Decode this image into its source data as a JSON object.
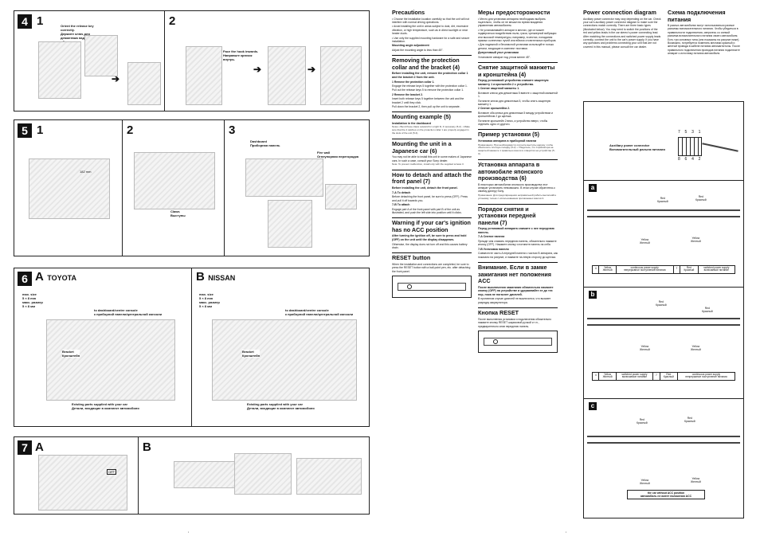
{
  "panel4": {
    "step": "4",
    "d1": "1",
    "d2": "2",
    "note1": "Orient the release key correctly.",
    "note1_ru": "Держите ключ для демонтажа надлежащим образом.",
    "note2": "Face the hook inwards.",
    "note2_ru": "Направьте крючок внутрь."
  },
  "panel5": {
    "step": "5",
    "d1": "1",
    "d2": "2",
    "d3": "3",
    "dim": "182 mm",
    "claws": "Claws",
    "claws_ru": "Выступы",
    "dashboard": "Dashboard",
    "dashboard_ru": "Приборная панель",
    "firewall": "Fire wall",
    "firewall_ru": "Огнеупорная перегородка"
  },
  "panel6": {
    "step": "6",
    "a_letter": "A",
    "a_brand": "TOYOTA",
    "b_letter": "B",
    "b_brand": "NISSAN",
    "maxsize": "max. size\n5 × 8 mm\nмакс. размер\n5 × 8 мм",
    "to_dash": "to dashboard/centre console\nк приборной панели/центральной консоли",
    "bracket": "Bracket\nКронштейн",
    "existing": "Existing parts supplied with your car\nДетали, входящие в комплект автомобиля"
  },
  "panel7": {
    "step": "7",
    "a_letter": "A",
    "b_letter": "B",
    "off_label": "OFF"
  },
  "col_en": {
    "precautions_title": "Precautions",
    "precautions_text": [
      "• Choose the installation location carefully so that the unit will not interfere with normal driving operations.",
      "• Avoid installing the unit in areas subject to dust, dirt, excessive vibration, or high temperature, such as in direct sunlight or near heater ducts.",
      "• Use only the supplied mounting hardware for a safe and secure installation."
    ],
    "angle_title": "Mounting angle adjustment",
    "angle_text": "Adjust the mounting angle to less than 45°.",
    "removing_title": "Removing the protection collar and the bracket (4)",
    "removing_intro": "Before installing the unit, remove the protection collar 1 and the bracket 2 from the unit.",
    "removing_steps": [
      "1 Remove the protection collar 1.",
      "Engage the release keys 5 together with the protection collar 1.",
      "Pull out the release keys 5 to remove the protection collar 1.",
      "2 Remove the bracket 2.",
      "Insert both release keys 5 together between the unit and the bracket 2 until they click.",
      "Pull down the bracket 2, then pull up the unit to separate."
    ],
    "example_title": "Mounting example (5)",
    "example_sub": "Installation in the dashboard",
    "example_notes": "Notes • Bend these claws outward for a tight fit, if necessary (5-2). • Make sure that the 4 catches on the protection collar 1 are properly engaged in the slots of the unit (5-3).",
    "japan_title": "Mounting the unit in a Japanese car (6)",
    "japan_text": "You may not be able to install this unit in some makes of Japanese cars. In such a case, consult your Sony dealer.",
    "japan_note": "Note: To prevent malfunction, install only with the supplied screws 3.",
    "detach_title": "How to detach and attach the front panel (7)",
    "detach_intro": "Before installing the unit, detach the front panel.",
    "detach_a": "7-A To detach",
    "detach_a_text": "Before detaching the front panel, be sure to press (OFF). Press and pull it off towards you.",
    "detach_b": "7-B To attach",
    "detach_b_text": "Engage part A of the front panel with part B of the unit as illustrated, and push the left side into position until it clicks.",
    "warning_title": "Warning if your car's ignition has no ACC position",
    "warning_bold": "After turning the ignition off, be sure to press and hold (OFF) on the unit until the display disappears.",
    "warning_text": "Otherwise, the display does not turn off and this causes battery drain.",
    "reset_title": "RESET button",
    "reset_text": "When the installation and connections are completed, be sure to press the RESET button with a ball-point pen, etc. after detaching the front panel."
  },
  "col_ru": {
    "precautions_title": "Меры предосторожности",
    "precautions_text": [
      "• Место для установки аппарата необходимо выбрать тщательно, чтобы он не мешал во время вождения управлению автомобилем.",
      "• Не устанавливайте аппарат в местах, где он может подвергаться воздействию пыли, грязи, чрезмерной вибрации или высокой температуры, например, в местах, попадания прямых солнечных лучей или вблизи отопительных приборов.",
      "• Для надежной и безопасной установки используйте только детали, входящие в комплект поставки."
    ],
    "angle_title": "Допустимый угол установки",
    "angle_text": "Установите аппарат под углом менее 45°.",
    "removing_title": "Снятие защитной манжеты и кронштейна (4)",
    "removing_intro": "Перед установкой устройства снимите защитную манжету 1 и кронштейн 2 с устройства.",
    "removing_steps": [
      "1 Снятие защитной манжеты 1.",
      "Вставьте ключи для демонтажа 5 вместе с защитной манжетой 1.",
      "Потяните ключи для демонтажа 5, чтобы снять защитную манжету 1.",
      "2 Снятие кронштейна 2.",
      "Вставьте оба ключа для демонтажа 5 между устройством и кронштейном 2 до щелчка.",
      "Потяните кронштейн 2 вниз, а устройство вверх, чтобы отделить одно от другого."
    ],
    "example_title": "Пример установки (5)",
    "example_sub": "Установка аппарата в приборной панели",
    "example_notes": "Примечания • При необходимости отогните выступы наружу, чтобы обеспечить плотную посадку (5-2). • Убедитесь, что 4 фиксатора на защитной манжете 1 правильно вошли в отверстия на устройстве (5-3).",
    "japan_title": "Установка аппарата в автомобиле японского производства (6)",
    "japan_text": "В некоторых автомобилях японского производства этот аппарат установить невозможно. В этом случае обратитесь к своему дилеру Sony.",
    "japan_note": "Примечание: Для предотвращения неправильной работы выполняйте установку только с использованием прилагаемых винтов 3.",
    "detach_title": "Порядок снятия и установки передней панели (7)",
    "detach_intro": "Перед установкой аппарата снимите с нее переднюю панель.",
    "detach_a": "7-A Снятие панели",
    "detach_a_text": "Прежде чем снимать переднюю панель, обязательно нажмите кнопку (OFF). Нажмите кнопку и потяните панель на себя.",
    "detach_b": "7-B Установка панели",
    "detach_b_text": "Совместите часть A передней панели с частью B аппарата, как показано на рисунке, и нажмите на левую сторону до щелчка.",
    "warning_title": "Внимание. Если в замке зажигания нет положения ACC",
    "warning_bold": "После выключения зажигания обязательно нажмите кнопку (OFF) на устройстве и удерживайте ее до тех пор, пока не погаснет дисплей.",
    "warning_text": "В противном случае дисплей не выключится, что вызовет разрядку аккумулятора.",
    "reset_title": "Кнопка RESET",
    "reset_text": "После выполнения установки и подключения обязательно нажмите кнопку RESET шариковой ручкой и т.п., предварительно сняв переднюю панель."
  },
  "col_power_en": {
    "title": "Power connection diagram",
    "text": "Auxiliary power connector may vary depending on the car. Check your car's auxiliary power connector diagram to make sure the connections match correctly. There are three basic types (illustrated below). You may need to switch the positions of the red and yellow leads in the car stereo's power connecting lead. After matching the connections and switched power supply leads correctly, connect the unit to the car's power supply. If you have any questions and problems connecting your unit that are not covered in this manual, please consult the car dealer."
  },
  "col_power_ru": {
    "title": "Схема подключения питания",
    "text": "В разных автомобилях могут использоваться разные разъемы вспомогательного питания. Чтобы убедиться в правильности подключения, сверьтесь со схемой разъема вспомогательного питания своего автомобиля. Есть три основных типа (они показаны на рисунке ниже). Возможно, потребуется поменять местами красный и желтый провода в кабеле питания автомагнитолы. После правильного подключения проводов питания подключите аппарат к источнику питания автомобиля."
  },
  "diagram": {
    "connector_label": "Auxiliary power connector",
    "connector_label_ru": "Вспомогательный разъем питания",
    "pins_top": "7  5  3  1",
    "pins_bottom": "8  6  4  2",
    "red": "Red\nКрасный",
    "yellow": "Yellow\nЖелтый",
    "a": {
      "label": "a",
      "row": [
        "4",
        "Yellow\nЖелтый",
        "continuous power supply\nнепрерывное поступление питания",
        "7",
        "Red\nКрасный",
        "switched power supply\nвключаемое питание"
      ]
    },
    "b": {
      "label": "b",
      "row": [
        "4",
        "Yellow\nЖелтый",
        "switched power supply\nвключаемое питание",
        "7",
        "Red\nКрасный",
        "continuous power supply\nнепрерывное поступление питания"
      ]
    },
    "c": {
      "label": "c",
      "note": "the car without ACC position\nавтомобиль не имеет положения ACC"
    }
  }
}
